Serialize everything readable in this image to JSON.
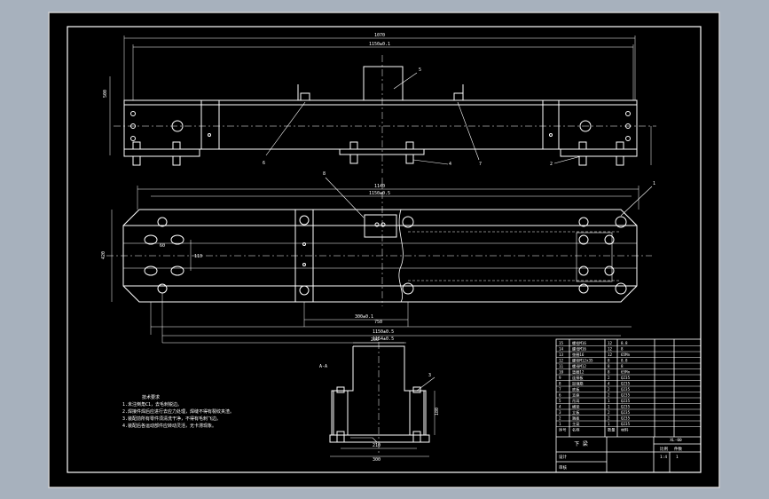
{
  "drawing": {
    "dims": {
      "top_overall": "1070",
      "top_second": "1150±0.1",
      "mid_top_width": "1140",
      "mid_inner": "1150±0.5",
      "bottom_a": "300±0.1",
      "bottom_b": "750",
      "bottom_c": "1150±0.5",
      "bottom_d": "1154±0.5",
      "height_mid": "420",
      "height_left": "500",
      "hole_pitch": "60",
      "hole_pitch_v": "110",
      "detail_width": "200",
      "detail_inner": "210",
      "detail_bottom": "300",
      "detail_height": "180"
    },
    "callouts": [
      "1",
      "2",
      "3",
      "4",
      "5",
      "6",
      "7",
      "8"
    ],
    "section_label": "A-A",
    "notes_title": "技术要求",
    "notes": [
      "1.未注倒角C1，去毛刺锐边。",
      "2.焊接件焊后应进行去应力处理，焊缝不得有裂纹夹渣。",
      "3.装配前所有零件须清洗干净，不得有毛刺飞边。",
      "4.装配后各运动部件应转动灵活，无卡滞现象。"
    ]
  },
  "title_block": {
    "parts_rows": [
      {
        "no": "15",
        "name": "螺栓M16",
        "qty": "12",
        "mat": "8.8"
      },
      {
        "no": "14",
        "name": "螺母M16",
        "qty": "12",
        "mat": "8"
      },
      {
        "no": "13",
        "name": "垫圈16",
        "qty": "12",
        "mat": "65Mn"
      },
      {
        "no": "12",
        "name": "螺栓M12x35",
        "qty": "8",
        "mat": "8.8"
      },
      {
        "no": "11",
        "name": "螺母M12",
        "qty": "8",
        "mat": "8"
      },
      {
        "no": "10",
        "name": "垫圈12",
        "qty": "8",
        "mat": "65Mn"
      },
      {
        "no": "9",
        "name": "连接板",
        "qty": "2",
        "mat": "Q235"
      },
      {
        "no": "8",
        "name": "加强筋",
        "qty": "4",
        "mat": "Q235"
      },
      {
        "no": "7",
        "name": "底板",
        "qty": "2",
        "mat": "Q235"
      },
      {
        "no": "6",
        "name": "支座",
        "qty": "2",
        "mat": "Q235"
      },
      {
        "no": "5",
        "name": "吊耳",
        "qty": "1",
        "mat": "Q235"
      },
      {
        "no": "4",
        "name": "横梁",
        "qty": "1",
        "mat": "Q235"
      },
      {
        "no": "3",
        "name": "立板",
        "qty": "2",
        "mat": "Q235"
      },
      {
        "no": "2",
        "name": "端板",
        "qty": "2",
        "mat": "Q235"
      },
      {
        "no": "1",
        "name": "主梁",
        "qty": "1",
        "mat": "Q235"
      }
    ],
    "header": {
      "no": "序号",
      "name": "名称",
      "qty": "数量",
      "mat": "材料"
    },
    "part_name": "下 梁",
    "drawing_no": "XL-00",
    "scale_label": "比例",
    "scale": "1:4",
    "qty_label": "件数",
    "qty": "1",
    "designer": "设计",
    "checker": "审核"
  }
}
